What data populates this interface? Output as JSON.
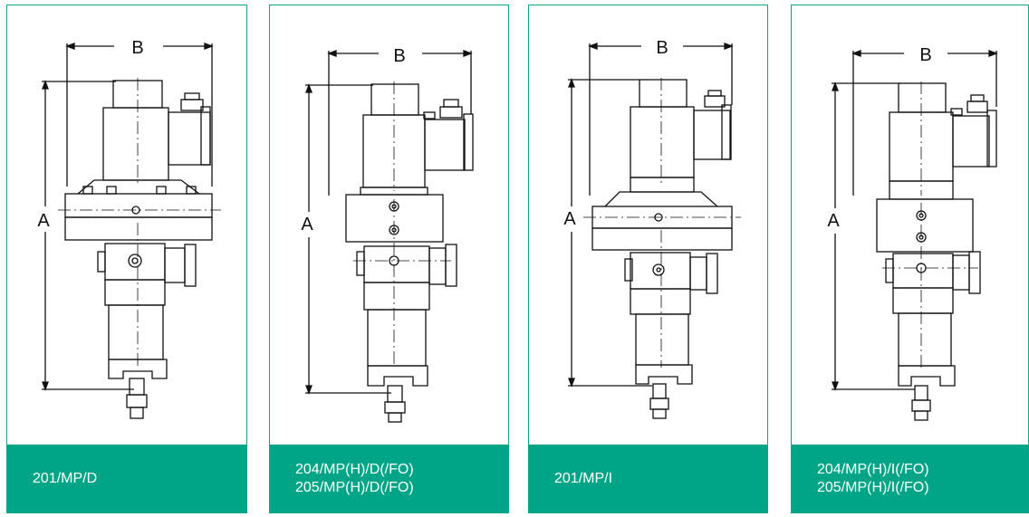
{
  "dimension_labels": {
    "width": "B",
    "height": "A"
  },
  "cards": [
    {
      "caption_lines": [
        "201/MP/D"
      ]
    },
    {
      "caption_lines": [
        "204/MP(H)/D(/FO)",
        "205/MP(H)/D(/FO)"
      ]
    },
    {
      "caption_lines": [
        "201/MP/I"
      ]
    },
    {
      "caption_lines": [
        "204/MP(H)/I(/FO)",
        "205/MP(H)/I(/FO)"
      ]
    }
  ],
  "colors": {
    "accent": "#00a487",
    "border": "#0aa68c",
    "line": "#111111"
  }
}
